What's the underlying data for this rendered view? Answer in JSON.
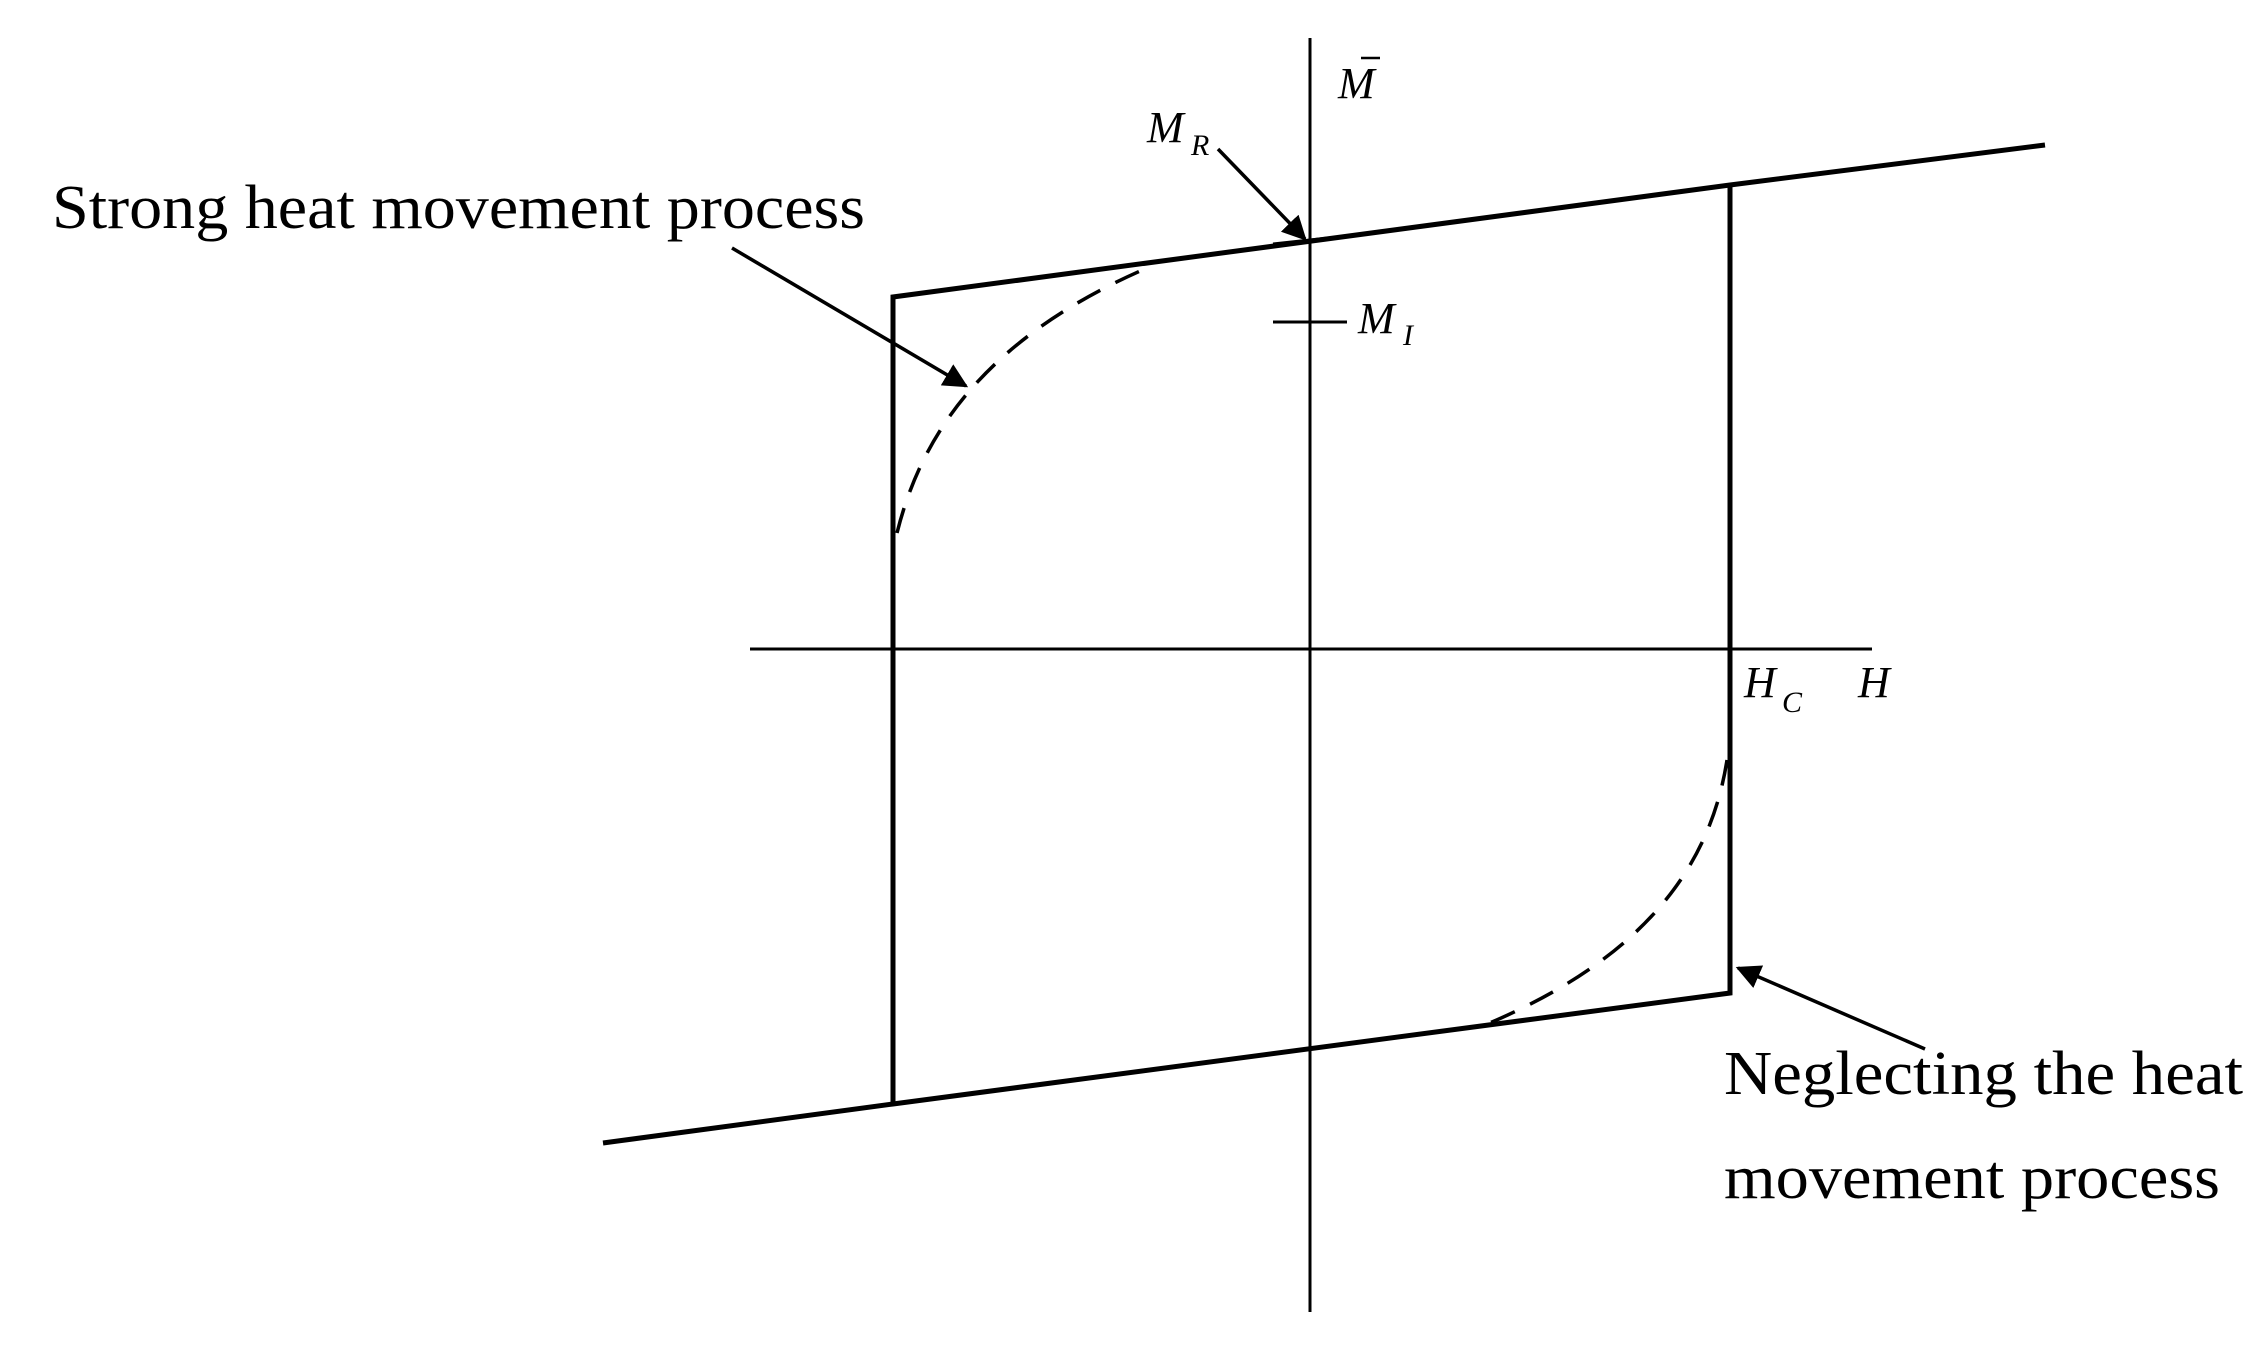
{
  "diagram": {
    "type": "hysteresis-loop",
    "axes": {
      "vertical_label": "M",
      "vertical_label_accent": "bar",
      "horizontal_label": "H"
    },
    "labels": {
      "remanence_main": "M",
      "remanence_sub": "R",
      "intermediate_main": "M",
      "intermediate_sub": "I",
      "coercive_main": "H",
      "coercive_sub": "C"
    },
    "annotations": {
      "strong": "Strong heat movement process",
      "neglect_line1": "Neglecting the heat",
      "neglect_line2": "movement process"
    },
    "colors": {
      "stroke": "#000000",
      "background": "#ffffff"
    }
  }
}
